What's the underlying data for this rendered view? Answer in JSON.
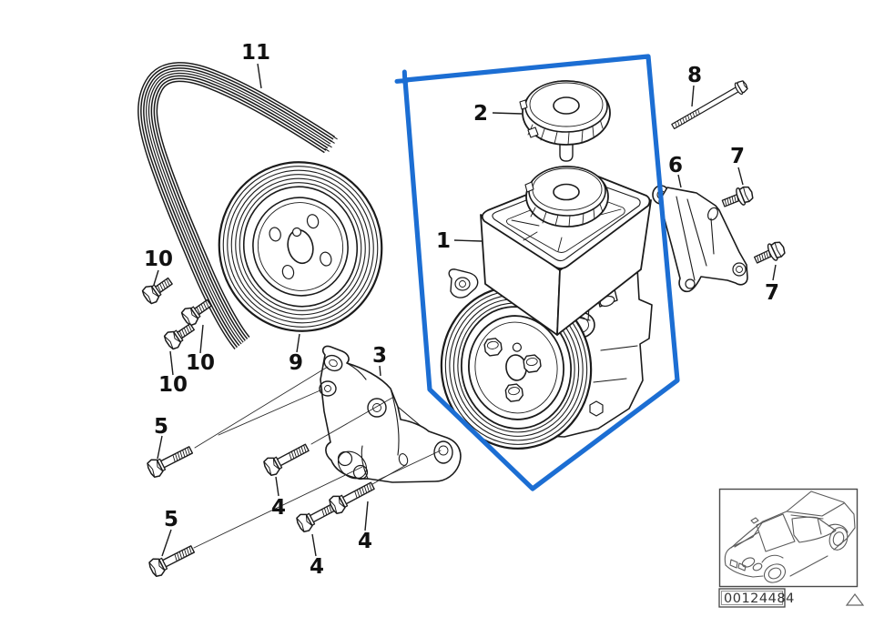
{
  "diagram": {
    "highlight_color": "#1c6ed3",
    "line_color": "#1b1b1b",
    "inset_line_color": "#5a5a5a",
    "part_number": "00124484",
    "callouts": [
      {
        "label": "1"
      },
      {
        "label": "2"
      },
      {
        "label": "3"
      },
      {
        "label": "4"
      },
      {
        "label": "4"
      },
      {
        "label": "4"
      },
      {
        "label": "5"
      },
      {
        "label": "5"
      },
      {
        "label": "6"
      },
      {
        "label": "7"
      },
      {
        "label": "7"
      },
      {
        "label": "8"
      },
      {
        "label": "9"
      },
      {
        "label": "10"
      },
      {
        "label": "10"
      },
      {
        "label": "10"
      },
      {
        "label": "11"
      }
    ]
  }
}
